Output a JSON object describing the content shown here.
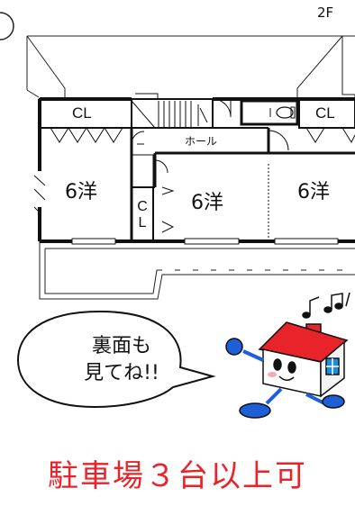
{
  "floor_label": "2F",
  "closets": {
    "left": "CL",
    "right": "CL",
    "middle_top": "C",
    "middle_bottom": "L"
  },
  "hall_label": "ホール",
  "rooms": {
    "left": "6洋",
    "center": "6洋",
    "right": "6洋"
  },
  "speech_bubble": {
    "line1": "裏面も",
    "line2": "見てね!!"
  },
  "notice": "駐車場３台以上可",
  "colors": {
    "notice": "#e8232a",
    "house_roof": "#e8232a",
    "house_window": "#1d8fd8",
    "character_limbs": "#1e5fd8"
  },
  "icons": {
    "mascot": "house-mascot-icon",
    "music": "music-notes-icon"
  }
}
